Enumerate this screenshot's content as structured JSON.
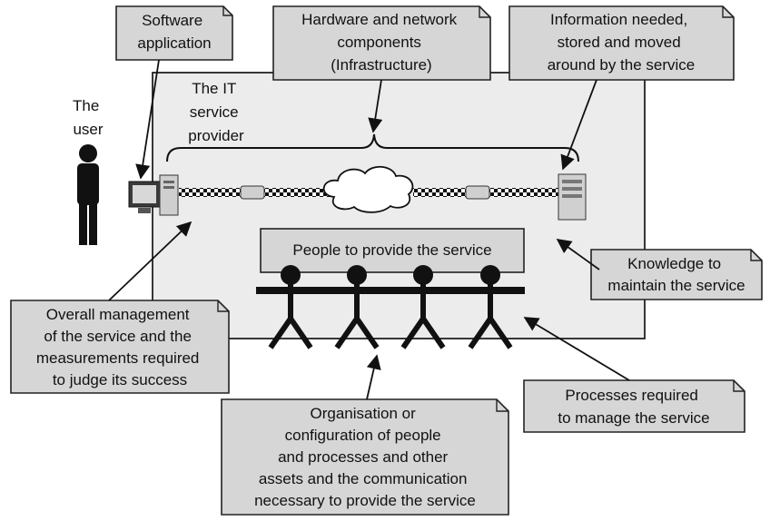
{
  "diagram": {
    "user_label": [
      "The",
      "user"
    ],
    "provider_label": [
      "The IT",
      "service",
      "provider"
    ],
    "people_label": "People to provide the service",
    "callouts": {
      "software": [
        "Software",
        "application"
      ],
      "hardware": [
        "Hardware and network",
        "components",
        "(Infrastructure)"
      ],
      "information": [
        "Information needed,",
        "stored and moved",
        "around by the service"
      ],
      "knowledge": [
        "Knowledge to",
        "maintain the service"
      ],
      "management": [
        "Overall management",
        "of the service and the",
        "measurements required",
        "to judge its success"
      ],
      "processes": [
        "Processes required",
        "to manage the service"
      ],
      "organisation": [
        "Organisation or",
        "configuration of people",
        "and processes and other",
        "assets and the communication",
        "necessary to provide the service"
      ]
    },
    "icons": [
      "person-icon",
      "computer-icon",
      "server-icon",
      "cloud-icon",
      "hub-icon",
      "stick-figure-icon"
    ],
    "colors": {
      "box_fill": "#ececec",
      "callout_fill": "#d6d6d6",
      "ink": "#111111"
    }
  }
}
